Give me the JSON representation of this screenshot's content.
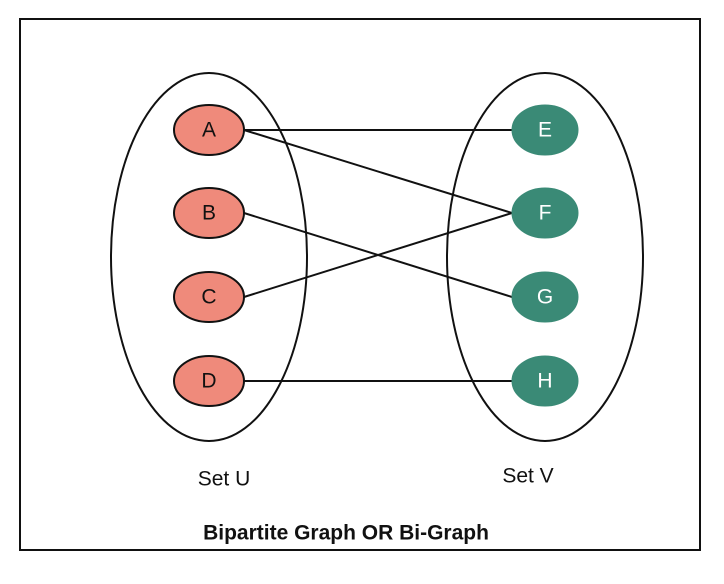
{
  "caption": "Bipartite Graph OR Bi-Graph",
  "sets": [
    {
      "id": "U",
      "label": "Set U",
      "color": "#ef8a7b",
      "text_color": "#111111",
      "nodes": [
        "A",
        "B",
        "C",
        "D"
      ]
    },
    {
      "id": "V",
      "label": "Set V",
      "color": "#3a8a76",
      "text_color": "#ffffff",
      "nodes": [
        "E",
        "F",
        "G",
        "H"
      ]
    }
  ],
  "edges": [
    [
      "A",
      "E"
    ],
    [
      "A",
      "F"
    ],
    [
      "B",
      "G"
    ],
    [
      "C",
      "F"
    ],
    [
      "D",
      "H"
    ]
  ],
  "colors": {
    "border": "#111111",
    "background": "#ffffff"
  }
}
